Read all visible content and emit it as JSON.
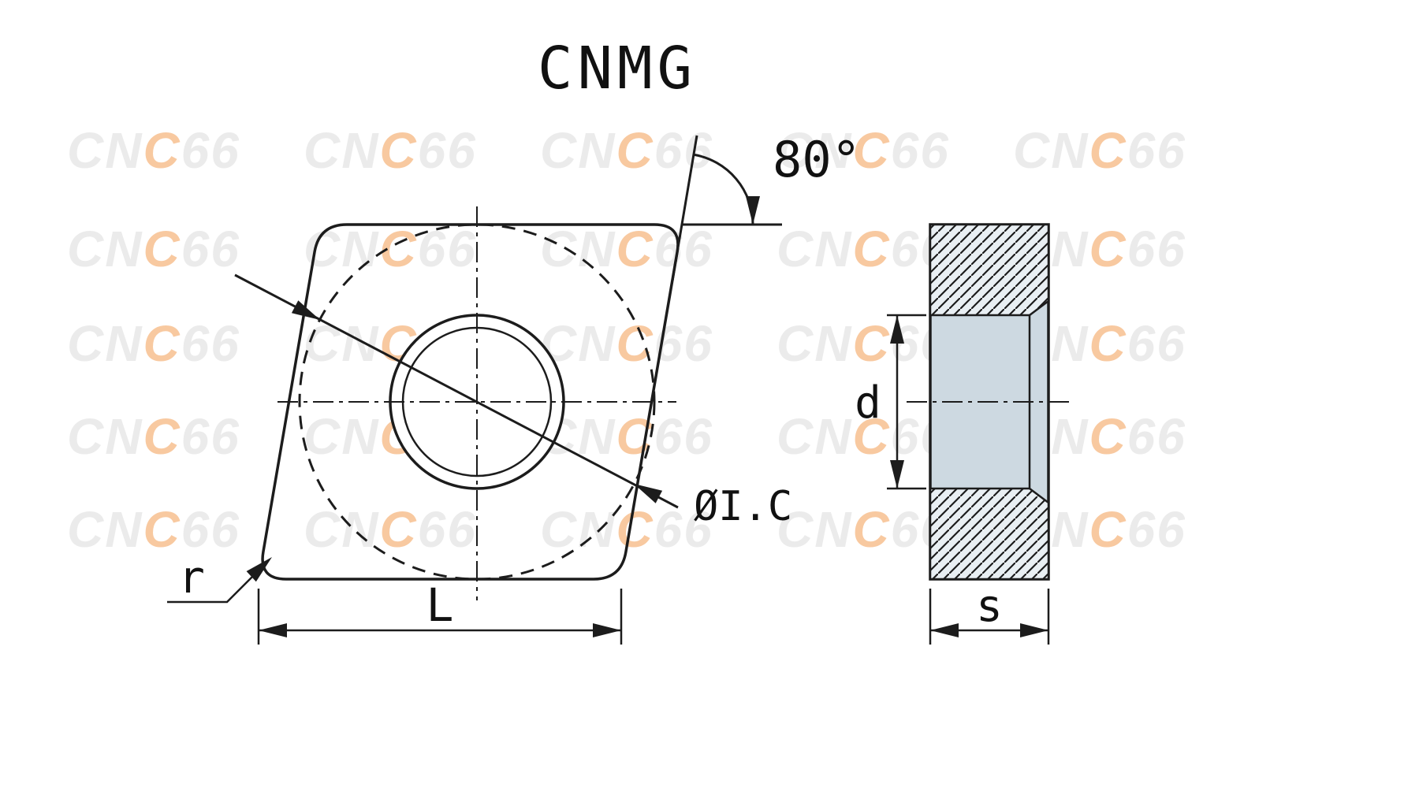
{
  "title": "CNMG",
  "watermark": {
    "text": "CNC66",
    "part1": "CN",
    "part2": "C",
    "part3": "66"
  },
  "colors": {
    "background": "#ffffff",
    "insert_fill": "#cdd9e1",
    "hatch_fill": "#e9eff3",
    "line": "#1c1c1c",
    "watermark_gray": "#ebebeb",
    "watermark_orange": "#f8c9a0"
  },
  "front_view": {
    "angle_label": "80°",
    "inscribed_circle_label": "ØI.C",
    "corner_radius_label": "r",
    "length_label": "L"
  },
  "side_view": {
    "hole_diameter_label": "d",
    "thickness_label": "s"
  }
}
